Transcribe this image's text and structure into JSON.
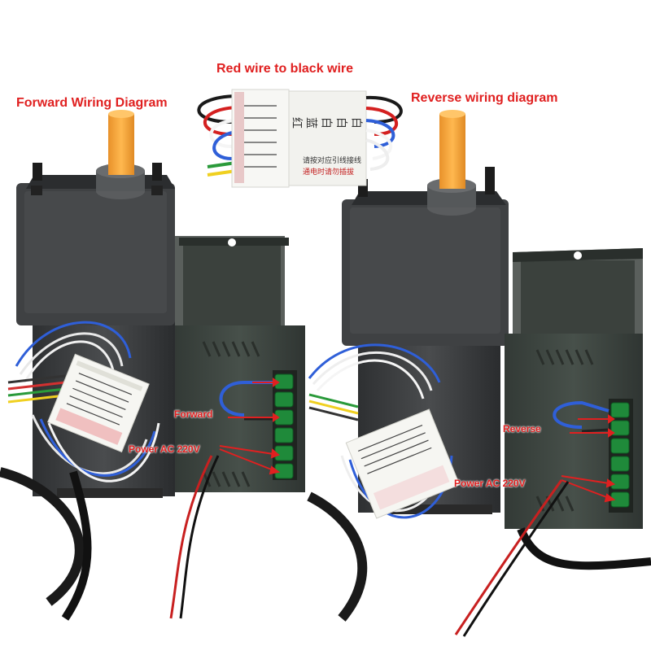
{
  "labels": {
    "top_center": "Red wire to black wire",
    "left_title": "Forward Wiring Diagram",
    "right_title": "Reverse wiring diagram",
    "left_forward": "Forward",
    "left_power": "Power AC 220V",
    "right_reverse": "Reverse",
    "right_power": "Power AC 220V"
  },
  "module_text": {
    "colors_row": "白 白 白 蓝 红",
    "note_line1": "请按对应引线接线",
    "note_line2": "通电时请勿插拔"
  },
  "colors": {
    "label_red": "#e02020",
    "motor_gray": "#3a3c3e",
    "controller_gray": "#3d4440",
    "shaft_orange": "#f5a23a",
    "terminal_green": "#1f8a3a"
  }
}
